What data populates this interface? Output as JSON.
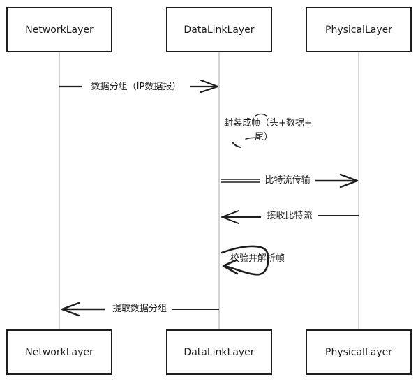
{
  "participants": [
    {
      "id": "net",
      "label": "NetworkLayer"
    },
    {
      "id": "dl",
      "label": "DataLinkLayer"
    },
    {
      "id": "phy",
      "label": "PhysicalLayer"
    }
  ],
  "messages": [
    {
      "from": "net",
      "to": "dl",
      "text": "数据分组（IP数据报）"
    },
    {
      "from": "dl",
      "to": "dl",
      "kind": "note",
      "lines": [
        "封装成帧（头+数据+",
        "尾）"
      ]
    },
    {
      "from": "dl",
      "to": "phy",
      "text": "比特流传输"
    },
    {
      "from": "phy",
      "to": "dl",
      "text": "接收比特流"
    },
    {
      "from": "dl",
      "to": "dl",
      "kind": "self",
      "text": "校验并解析帧"
    },
    {
      "from": "dl",
      "to": "net",
      "text": "提取数据分组"
    }
  ]
}
